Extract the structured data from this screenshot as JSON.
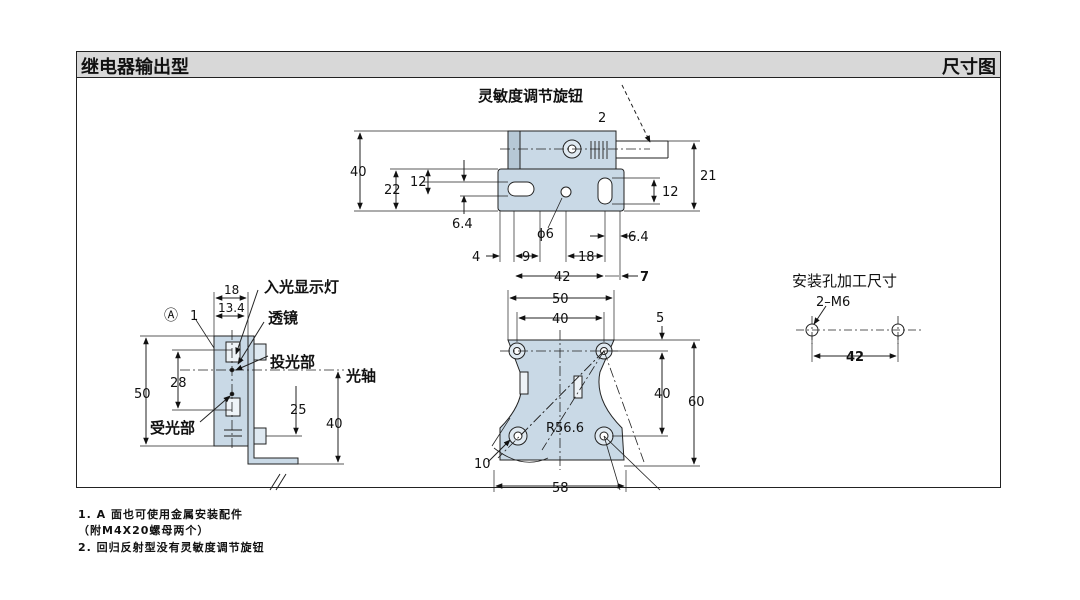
{
  "header": {
    "title_left": "继电器输出型",
    "title_right": "尺寸图"
  },
  "labels": {
    "sensitivity_knob": "灵敏度调节旋钮",
    "indicator": "入光显示灯",
    "lens": "透镜",
    "emitter": "投光部",
    "optical_axis": "光轴",
    "receiver": "受光部",
    "mount_hole_title": "安装孔加工尺寸",
    "mark_a": "Ⓐ"
  },
  "dims_top": {
    "n2": "2",
    "d40": "40",
    "d22": "22",
    "d12": "12",
    "d6_4a": "6.4",
    "phi6": "ϕ6",
    "d21": "21",
    "d12r": "12",
    "d6_4b": "6.4",
    "d4": "4",
    "d9": "9",
    "d18": "18",
    "d42": "42",
    "d7": "7"
  },
  "dims_side": {
    "d18": "18",
    "d13_4": "13.4",
    "n1": "1",
    "d50": "50",
    "d28": "28",
    "d25": "25",
    "d40": "40"
  },
  "dims_front": {
    "d50": "50",
    "d40w": "40",
    "d5": "5",
    "d40h": "40",
    "d60": "60",
    "r56_6": "R56.6",
    "d10": "10",
    "d58": "58"
  },
  "dims_hole": {
    "m6": "2–M6",
    "d42": "42"
  },
  "notes": [
    "1. A 面也可使用金属安装配件",
    "（附M4X20螺母两个）",
    "2. 回归反射型没有灵敏度调节旋钮"
  ]
}
